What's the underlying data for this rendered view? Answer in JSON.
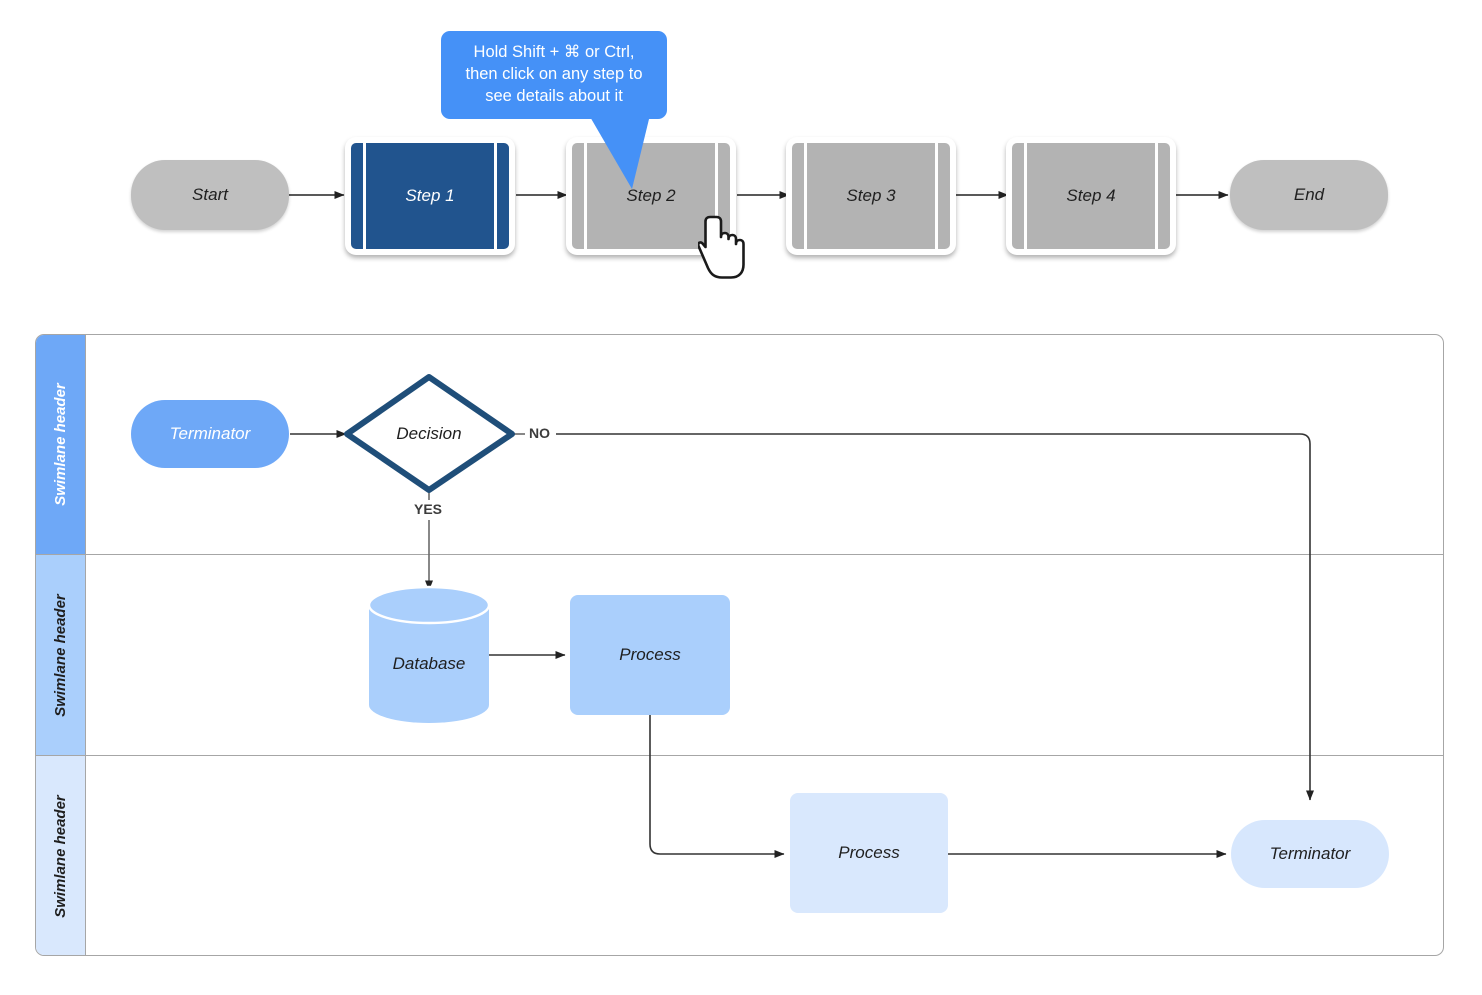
{
  "tooltip": {
    "text": "Hold Shift + ⌘ or Ctrl, then click on any step to see details about it",
    "line1": "Hold Shift + ⌘ or Ctrl,",
    "line2": "then click on any step to",
    "line3": "see details about it",
    "background": "#4591f7",
    "text_color": "#ffffff"
  },
  "top_flow": {
    "nodes": [
      {
        "id": "start",
        "label": "Start",
        "shape": "terminator",
        "state": "normal"
      },
      {
        "id": "step1",
        "label": "Step 1",
        "shape": "predefined-process",
        "state": "selected"
      },
      {
        "id": "step2",
        "label": "Step 2",
        "shape": "predefined-process",
        "state": "hovered"
      },
      {
        "id": "step3",
        "label": "Step 3",
        "shape": "predefined-process",
        "state": "normal"
      },
      {
        "id": "step4",
        "label": "Step 4",
        "shape": "predefined-process",
        "state": "normal"
      },
      {
        "id": "end",
        "label": "End",
        "shape": "terminator",
        "state": "normal"
      }
    ],
    "selected_color": "#21548e",
    "normal_color": "#b3b3b3",
    "terminator_color": "#bfbfbf"
  },
  "cursor": {
    "icon": "pointing-hand-cursor"
  },
  "swimlanes": {
    "lanes": [
      {
        "id": "lane-1",
        "header": "Swimlane header",
        "header_bg": "#6ea8f7",
        "header_text": "#ffffff"
      },
      {
        "id": "lane-2",
        "header": "Swimlane header",
        "header_bg": "#aacffc",
        "header_text": "#1f1f1f"
      },
      {
        "id": "lane-3",
        "header": "Swimlane header",
        "header_bg": "#d9e8fd",
        "header_text": "#1f1f1f"
      }
    ],
    "border_color": "#a6a6a6"
  },
  "diagram": {
    "shapes": [
      {
        "id": "terminator-start",
        "label": "Terminator",
        "type": "terminator",
        "lane": 1,
        "fill": "#6ea8f7"
      },
      {
        "id": "decision",
        "label": "Decision",
        "type": "decision",
        "lane": 1,
        "fill": "#ffffff",
        "stroke": "#1f4e79"
      },
      {
        "id": "database",
        "label": "Database",
        "type": "database",
        "lane": 2,
        "fill": "#aacffc"
      },
      {
        "id": "process-1",
        "label": "Process",
        "type": "process",
        "lane": 2,
        "fill": "#aacffc"
      },
      {
        "id": "process-2",
        "label": "Process",
        "type": "process",
        "lane": 3,
        "fill": "#d9e8fd"
      },
      {
        "id": "terminator-end",
        "label": "Terminator",
        "type": "terminator",
        "lane": 3,
        "fill": "#d7e7fd"
      }
    ],
    "edge_labels": [
      {
        "id": "edge-label-no",
        "text": "NO"
      },
      {
        "id": "edge-label-yes",
        "text": "YES"
      }
    ],
    "connector_color": "#333333"
  }
}
